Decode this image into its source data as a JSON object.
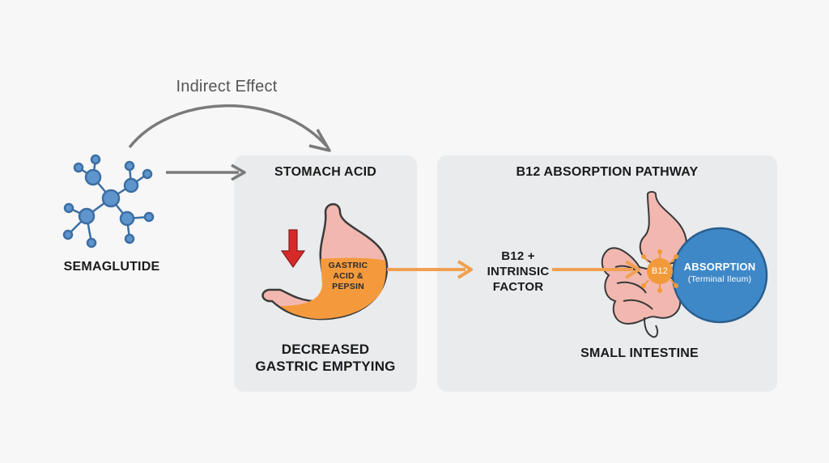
{
  "diagram": {
    "indirect_label": "Indirect Effect",
    "drug": {
      "label": "SEMAGLUTIDE"
    },
    "stomach_panel": {
      "title": "STOMACH ACID",
      "organ_label": "GASTRIC ACID & PEPSIN",
      "organ_lines": [
        "GASTRIC",
        "ACID &",
        "PEPSIN"
      ],
      "effect_lines": [
        "DECREASED",
        "GASTRIC EMPTYING"
      ]
    },
    "b12_panel": {
      "title": "B12 ABSORPTION PATHWAY",
      "input_lines": [
        "B12 +",
        "INTRINSIC",
        "FACTOR"
      ],
      "badge": "B12",
      "absorption_title": "ABSORPTION",
      "absorption_sub": "(Terminal Ileum)",
      "organ_label": "SMALL INTESTINE"
    }
  },
  "colors": {
    "molecule": "#3d79b6",
    "molecule_fill": "#5d95cc",
    "arrow_gray": "#7a7a7a",
    "arrow_orange": "#f0a050",
    "stomach_pink": "#f2b8b0",
    "acid_orange": "#f59a3c",
    "down_arrow_red": "#d62a2a",
    "absorption_blue": "#3f88c8",
    "badge_orange": "#f29a3a",
    "panel_bg": "#e9ebed"
  }
}
